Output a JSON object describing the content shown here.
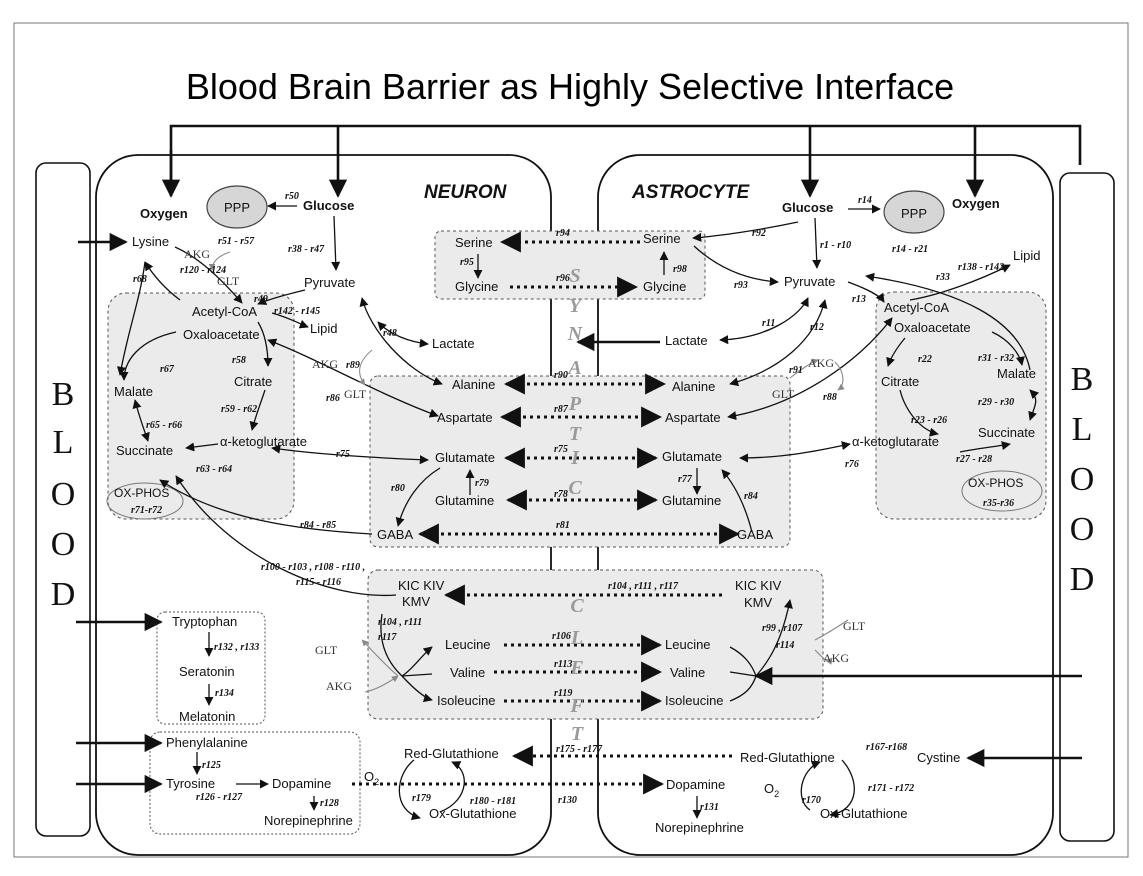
{
  "title": "Blood Brain Barrier as Highly Selective Interface",
  "labels": {
    "neuron": "NEURON",
    "astrocyte": "ASTROCYTE",
    "blood": [
      "B",
      "L",
      "O",
      "O",
      "D"
    ],
    "cleft": [
      "S",
      "Y",
      "N",
      "A",
      "P",
      "T",
      "I",
      "C",
      "C",
      "L",
      "E",
      "F",
      "T"
    ]
  },
  "neuron": {
    "oxygen": "Oxygen",
    "ppp": "PPP",
    "glucose": "Glucose",
    "lysine": "Lysine",
    "akg": "AKG",
    "glt": "GLT",
    "pyruvate": "Pyruvate",
    "acetyl_coa": "Acetyl-CoA",
    "lipid": "Lipid",
    "oxaloacetate": "Oxaloacetate",
    "lactate": "Lactate",
    "malate": "Malate",
    "citrate": "Citrate",
    "akg2": "AKG",
    "glt2": "GLT",
    "alanine": "Alanine",
    "succinate": "Succinate",
    "aketo": "α-ketoglutarate",
    "aspartate": "Aspartate",
    "glutamate": "Glutamate",
    "glutamine": "Glutamine",
    "oxphos": "OX-PHOS",
    "gaba": "GABA",
    "serine": "Serine",
    "glycine": "Glycine",
    "kic": "KIC KIV",
    "kmv": "KMV",
    "glt3": "GLT",
    "akg3": "AKG",
    "leucine": "Leucine",
    "valine": "Valine",
    "isoleucine": "Isoleucine",
    "tryptophan": "Tryptophan",
    "seratonin": "Seratonin",
    "melatonin": "Melatonin",
    "phenylalanine": "Phenylalanine",
    "tyrosine": "Tyrosine",
    "dopamine": "Dopamine",
    "norepinephrine": "Norepinephrine",
    "red_glut": "Red-Glutathione",
    "ox_glut": "Ox-Glutathione",
    "o2": "O",
    "o2_sub": "2"
  },
  "astrocyte": {
    "glucose": "Glucose",
    "ppp": "PPP",
    "oxygen": "Oxygen",
    "lipid": "Lipid",
    "serine": "Serine",
    "glycine": "Glycine",
    "pyruvate": "Pyruvate",
    "acetyl_coa": "Acetyl-CoA",
    "oxaloacetate": "Oxaloacetate",
    "lactate": "Lactate",
    "akg": "AKG",
    "glt": "GLT",
    "citrate": "Citrate",
    "malate": "Malate",
    "alanine": "Alanine",
    "aspartate": "Aspartate",
    "succinate": "Succinate",
    "aketo": "α-ketoglutarate",
    "glutamate": "Glutamate",
    "glutamine": "Glutamine",
    "oxphos": "OX-PHOS",
    "gaba": "GABA",
    "kic": "KIC KIV",
    "kmv": "KMV",
    "glt2": "GLT",
    "akg2": "AKG",
    "leucine": "Leucine",
    "valine": "Valine",
    "isoleucine": "Isoleucine",
    "red_glut": "Red-Glutathione",
    "cystine": "Cystine",
    "dopamine": "Dopamine",
    "norepinephrine": "Norepinephrine",
    "ox_glut": "Ox-Glutathione",
    "o2": "O",
    "o2_sub": "2"
  },
  "reactions": {
    "r50": "r50",
    "r51_57": "r51 - r57",
    "r120_124": "r120 - r124",
    "r68": "r68",
    "r49": "r49",
    "r38_47": "r38 - r47",
    "r142_145": "r142 - r145",
    "r48": "r48",
    "r67": "r67",
    "r58": "r58",
    "r89": "r89",
    "r86": "r86",
    "r59_62": "r59 - r62",
    "r65_66": "r65 - r66",
    "r75n": "r75",
    "r63_64": "r63 - r64",
    "r71_72": "r71-r72",
    "r80": "r80",
    "r79": "r79",
    "r84_85": "r84 - r85",
    "r95": "r95",
    "r94": "r94",
    "r96": "r96",
    "r90": "r90",
    "r87": "r87",
    "r75": "r75",
    "r78": "r78",
    "r81": "r81",
    "r100_116a": "r100 - r103 , r108 - r110 ,",
    "r100_116b": "r115 - r116",
    "r104_111n": "r104 , r111",
    "r117n": "r117",
    "r104_117": "r104 , r111 , r117",
    "r106": "r106",
    "r113": "r113",
    "r119": "r119",
    "r132_133": "r132 , r133",
    "r134": "r134",
    "r125": "r125",
    "r126_127": "r126 - r127",
    "r128": "r128",
    "r179": "r179",
    "r180_181": "r180 - r181",
    "r175_177": "r175 - r177",
    "r130": "r130",
    "r98": "r98",
    "r92": "r92",
    "r14": "r14",
    "r14_21": "r14 - r21",
    "r1_10": "r1 - r10",
    "r93": "r93",
    "r138_142": "r138 - r142",
    "r33": "r33",
    "r13": "r13",
    "r11": "r11",
    "r12": "r12",
    "r91": "r91",
    "r88": "r88",
    "r22": "r22",
    "r31_32": "r31 - r32",
    "r29_30": "r29 - r30",
    "r23_26": "r23 - r26",
    "r76": "r76",
    "r27_28": "r27 - r28",
    "r77": "r77",
    "r84": "r84",
    "r35_36": "r35-r36",
    "r99_107": "r99 , r107",
    "r114": "r114",
    "r167_168": "r167-r168",
    "r171_172": "r171 - r172",
    "r170": "r170",
    "r131": "r131"
  },
  "colors": {
    "compartment_fill": "#ebebeb",
    "cleft_letters": "#9a9a9a"
  }
}
